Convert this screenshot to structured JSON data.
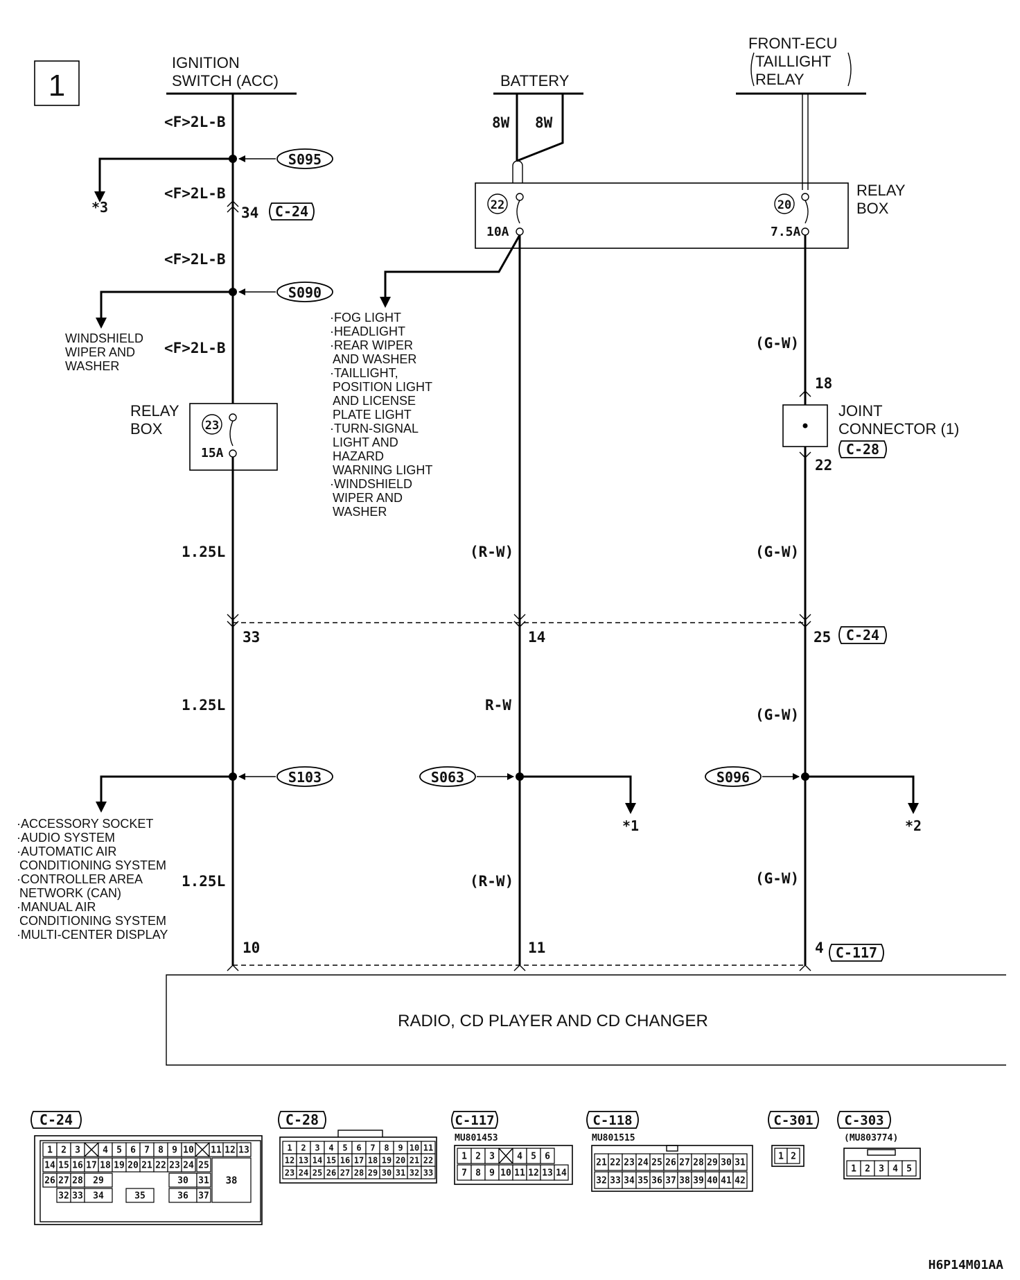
{
  "page_number": "1",
  "diagram_code": "H6P14M01AA",
  "sources": {
    "ignition": {
      "line1": "IGNITION",
      "line2": "SWITCH (ACC)"
    },
    "battery": "BATTERY",
    "front_ecu": {
      "line1": "FRONT-ECU",
      "line2": "TAILLIGHT",
      "line3": "RELAY"
    }
  },
  "wires": {
    "f2lb": "<F>2L-B",
    "w125": "1.25L",
    "rw_paren": "(R-W)",
    "rw": "R-W",
    "gw_paren": "(G-W)",
    "w8": "8W"
  },
  "splices": {
    "s095": "S095",
    "s090": "S090",
    "s103": "S103",
    "s063": "S063",
    "s096": "S096"
  },
  "refs": {
    "r1": "*1",
    "r2": "*2",
    "r3": "*3"
  },
  "relay_box_upper": {
    "label1": "RELAY",
    "label2": "BOX",
    "fuse22": "22",
    "amp22": "10A",
    "fuse20": "20",
    "amp20": "7.5A"
  },
  "relay_box_lower": {
    "label1": "RELAY",
    "label2": "BOX",
    "fuse23": "23",
    "amp23": "15A"
  },
  "joint_connector": {
    "line1": "JOINT",
    "line2": "CONNECTOR (1)",
    "connector": "C-28",
    "pin_in": "18",
    "pin_out": "22"
  },
  "connectors": {
    "c24": "C-24",
    "c28": "C-28",
    "c117": "C-117",
    "c118": "C-118",
    "c301": "C-301",
    "c303": "C-303"
  },
  "pins": {
    "p34": "34",
    "p33": "33",
    "p14": "14",
    "p25": "25",
    "p10": "10",
    "p11": "11",
    "p4": "4"
  },
  "windshield_branch": [
    "WINDSHIELD",
    "WIPER AND",
    "WASHER"
  ],
  "battery_branch": [
    "·FOG LIGHT",
    "·HEADLIGHT",
    "·REAR WIPER",
    "AND WASHER",
    "·TAILLIGHT,",
    "POSITION LIGHT",
    "AND LICENSE",
    "PLATE LIGHT",
    "·TURN-SIGNAL",
    "LIGHT AND",
    "HAZARD",
    "WARNING LIGHT",
    "·WINDSHIELD",
    "WIPER AND",
    "WASHER"
  ],
  "acc_branch": [
    "·ACCESSORY SOCKET",
    "·AUDIO SYSTEM",
    "·AUTOMATIC AIR",
    "CONDITIONING SYSTEM",
    "·CONTROLLER AREA",
    "NETWORK (CAN)",
    "·MANUAL AIR",
    "CONDITIONING SYSTEM",
    "·MULTI-CENTER DISPLAY"
  ],
  "radio": "RADIO, CD PLAYER AND CD CHANGER",
  "connector_parts": {
    "c117": "MU801453",
    "c118": "MU801515",
    "c303": "(MU803774)"
  },
  "c24_grid": {
    "row1": [
      "1",
      "2",
      "3",
      "",
      "4",
      "5",
      "6",
      "7",
      "8",
      "9",
      "10",
      "",
      "11",
      "12",
      "13"
    ],
    "row2": [
      "14",
      "15",
      "16",
      "17",
      "18",
      "19",
      "20",
      "21",
      "22",
      "23",
      "24",
      "25"
    ],
    "row3": [
      "26",
      "27",
      "28",
      "29",
      "30",
      "31",
      "38"
    ],
    "row4": [
      "32",
      "33",
      "34",
      "35",
      "36",
      "37"
    ]
  },
  "c28_grid": {
    "row1": [
      "1",
      "2",
      "3",
      "4",
      "5",
      "6",
      "7",
      "8",
      "9",
      "10",
      "11"
    ],
    "row2": [
      "12",
      "13",
      "14",
      "15",
      "16",
      "17",
      "18",
      "19",
      "20",
      "21",
      "22"
    ],
    "row3": [
      "23",
      "24",
      "25",
      "26",
      "27",
      "28",
      "29",
      "30",
      "31",
      "32",
      "33"
    ]
  },
  "c117_grid": {
    "row1": [
      "1",
      "2",
      "3",
      "",
      "4",
      "5",
      "6"
    ],
    "row2": [
      "7",
      "8",
      "9",
      "10",
      "11",
      "12",
      "13",
      "14"
    ]
  },
  "c118_grid": {
    "row1": [
      "21",
      "22",
      "23",
      "24",
      "25",
      "26",
      "27",
      "28",
      "29",
      "30",
      "31"
    ],
    "row2": [
      "32",
      "33",
      "34",
      "35",
      "36",
      "37",
      "38",
      "39",
      "40",
      "41",
      "42"
    ]
  },
  "c301_grid": [
    "1",
    "2"
  ],
  "c303_grid": [
    "1",
    "2",
    "3",
    "4",
    "5"
  ]
}
